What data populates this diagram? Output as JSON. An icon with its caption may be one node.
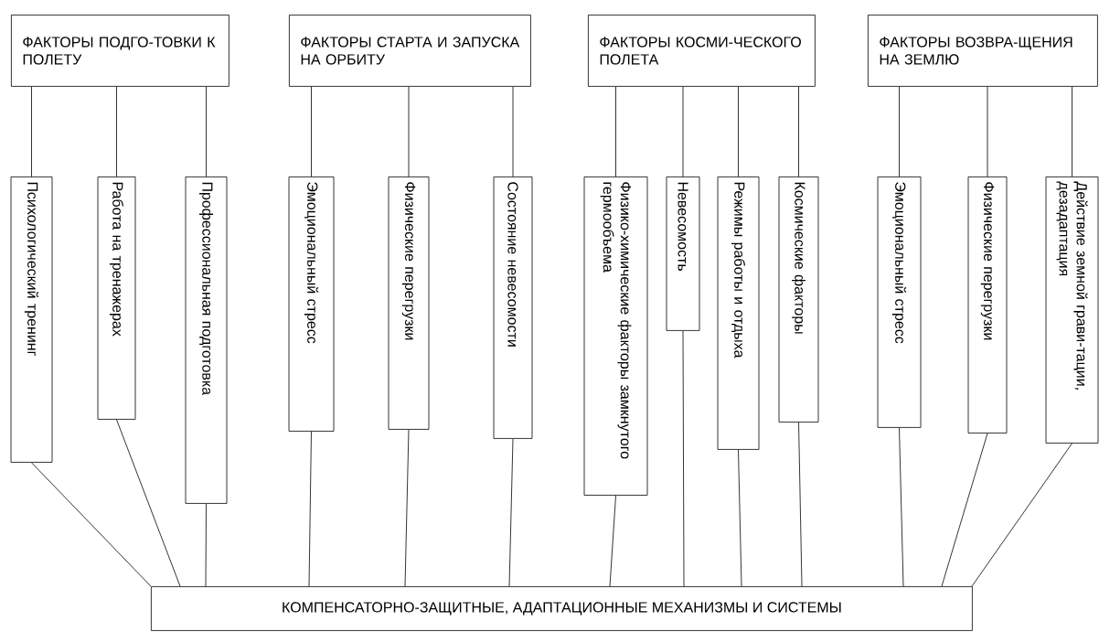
{
  "diagram": {
    "nodes": [
      {
        "text": [
          "ФАКТОРЫ ПОДГО-ТОВКИ К ПОЛЕТУ"
        ]
      },
      {
        "text": [
          "ФАКТОРЫ СТАРТА И ЗАПУСКА НА ОРБИТУ"
        ]
      },
      {
        "text": [
          "ФАКТОРЫ КОСМИ-ЧЕСКОГО ПОЛЕТА"
        ]
      },
      {
        "text": [
          "ФАКТОРЫ ВОЗВРА-ЩЕНИЯ НА ЗЕМЛЮ"
        ]
      },
      {
        "text": [
          "Психологический тренинг"
        ]
      },
      {
        "text": [
          "Работа на тренажерах"
        ]
      },
      {
        "text": [
          "Профессиональная подготовка"
        ]
      },
      {
        "text": [
          "Эмоциональный стресс"
        ]
      },
      {
        "text": [
          "Физические перегрузки"
        ]
      },
      {
        "text": [
          "Состояние невесомости"
        ]
      },
      {
        "text": [
          "Физико-химические факторы замкнутого гермообъема"
        ]
      },
      {
        "text": [
          "Невесомость"
        ]
      },
      {
        "text": [
          "Режимы работы и отдыха"
        ]
      },
      {
        "text": [
          "Космические факторы"
        ]
      },
      {
        "text": [
          "Эмоциональный стресс"
        ]
      },
      {
        "text": [
          "Физические перегрузки"
        ]
      },
      {
        "text": [
          "Действие земной грави-тации, дезадаптация"
        ]
      },
      {
        "text": [
          "КОМПЕНСАТОРНО-ЗАЩИТНЫЕ, АДАПТАЦИОННЫЕ МЕХАНИЗМЫ И СИСТЕМЫ"
        ]
      }
    ],
    "edges": [
      {
        "from": 0,
        "to": 4,
        "arrow": "none"
      },
      {
        "from": 0,
        "to": 5,
        "arrow": "none"
      },
      {
        "from": 0,
        "to": 6,
        "arrow": "none"
      },
      {
        "from": 1,
        "to": 7,
        "arrow": "none"
      },
      {
        "from": 1,
        "to": 8,
        "arrow": "none"
      },
      {
        "from": 1,
        "to": 9,
        "arrow": "none"
      },
      {
        "from": 2,
        "to": 10,
        "arrow": "none"
      },
      {
        "from": 2,
        "to": 11,
        "arrow": "none"
      },
      {
        "from": 2,
        "to": 12,
        "arrow": "none"
      },
      {
        "from": 2,
        "to": 13,
        "arrow": "none"
      },
      {
        "from": 3,
        "to": 14,
        "arrow": "none"
      },
      {
        "from": 3,
        "to": 15,
        "arrow": "none"
      },
      {
        "from": 3,
        "to": 16,
        "arrow": "none"
      },
      {
        "from": 4,
        "to": 17,
        "arrow": "none"
      },
      {
        "from": 5,
        "to": 17,
        "arrow": "none"
      },
      {
        "from": 6,
        "to": 17,
        "arrow": "none"
      },
      {
        "from": 7,
        "to": 17,
        "arrow": "none"
      },
      {
        "from": 8,
        "to": 17,
        "arrow": "none"
      },
      {
        "from": 9,
        "to": 17,
        "arrow": "none"
      },
      {
        "from": 10,
        "to": 17,
        "arrow": "none"
      },
      {
        "from": 11,
        "to": 17,
        "arrow": "none"
      },
      {
        "from": 12,
        "to": 17,
        "arrow": "none"
      },
      {
        "from": 13,
        "to": 17,
        "arrow": "none"
      },
      {
        "from": 14,
        "to": 17,
        "arrow": "none"
      },
      {
        "from": 15,
        "to": 17,
        "arrow": "none"
      },
      {
        "from": 16,
        "to": 17,
        "arrow": "none"
      }
    ]
  }
}
